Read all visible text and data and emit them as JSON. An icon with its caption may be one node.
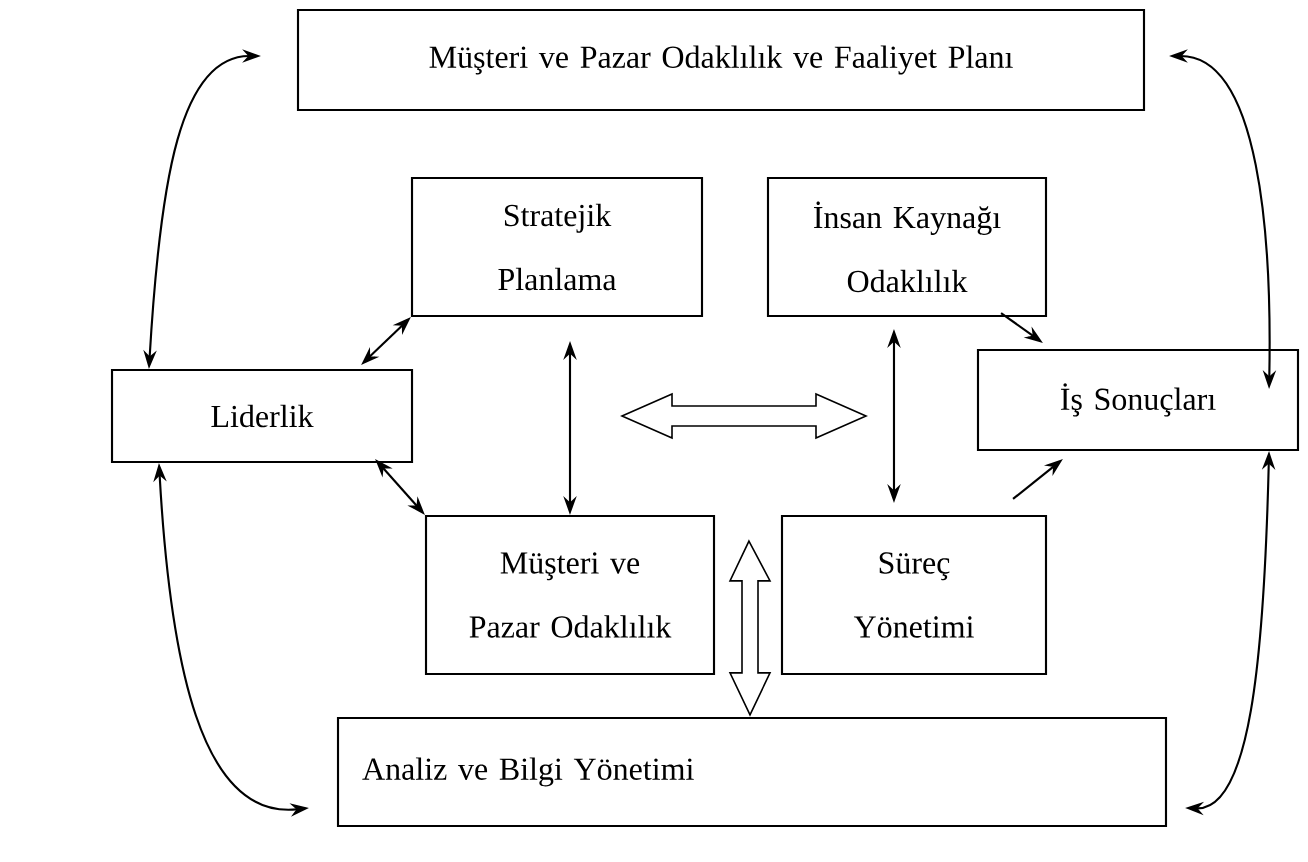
{
  "diagram": {
    "nodes": [
      {
        "text": [
          "Müşteri ve Pazar Odaklılık ve Faaliyet Planı"
        ]
      },
      {
        "text": [
          "Stratejik Planlama"
        ]
      },
      {
        "text": [
          "İnsan Kaynağı Odaklılık"
        ]
      },
      {
        "text": [
          "Liderlik"
        ]
      },
      {
        "text": [
          "İş Sonuçları"
        ]
      },
      {
        "text": [
          "Müşteri ve Pazar Odaklılık"
        ]
      },
      {
        "text": [
          "Süreç Yönetimi"
        ]
      },
      {
        "text": [
          "Analiz ve Bilgi Yönetimi"
        ]
      }
    ],
    "edges": [
      {
        "from": 3,
        "to": 0,
        "arrow": "both"
      },
      {
        "from": 3,
        "to": 1,
        "arrow": "both"
      },
      {
        "from": 3,
        "to": 5,
        "arrow": "both"
      },
      {
        "from": 3,
        "to": 7,
        "arrow": "both"
      },
      {
        "from": 1,
        "to": 5,
        "arrow": "both"
      },
      {
        "from": 2,
        "to": 6,
        "arrow": "both"
      },
      {
        "from": 2,
        "to": 4,
        "arrow": "to"
      },
      {
        "from": 6,
        "to": 4,
        "arrow": "to"
      },
      {
        "from": 0,
        "to": 4,
        "arrow": "both"
      },
      {
        "from": 4,
        "to": 7,
        "arrow": "both"
      },
      {
        "from": 6,
        "to": 7,
        "arrow": "both"
      }
    ]
  }
}
